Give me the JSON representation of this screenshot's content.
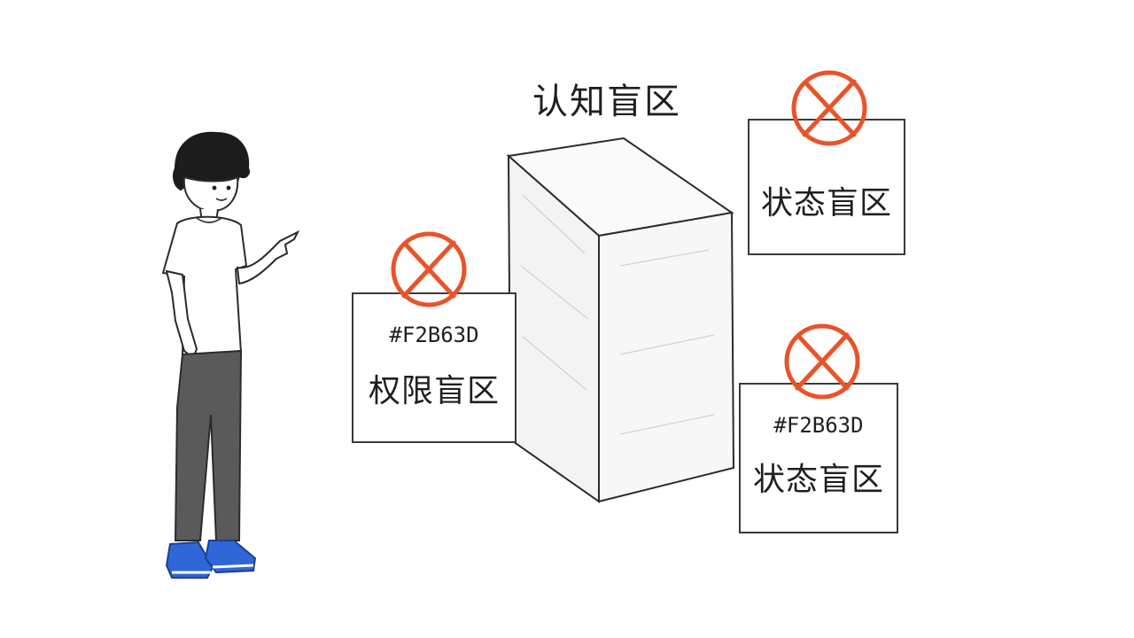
{
  "diagram": {
    "title": "认知盲区",
    "notes": [
      {
        "hex": "#F2B63D",
        "label": "权限盲区"
      },
      {
        "hex": "",
        "label": "状态盲区"
      },
      {
        "hex": "#F2B63D",
        "label": "状态盲区"
      }
    ]
  },
  "icons": {
    "mark": "crossed-circle-icon",
    "person": "pointing-person-illustration",
    "box": "sketched-box"
  },
  "colors": {
    "mark": "#e8542a",
    "ink": "#2b2b2b",
    "pants": "#555555",
    "shoes": "#2f66d8"
  }
}
